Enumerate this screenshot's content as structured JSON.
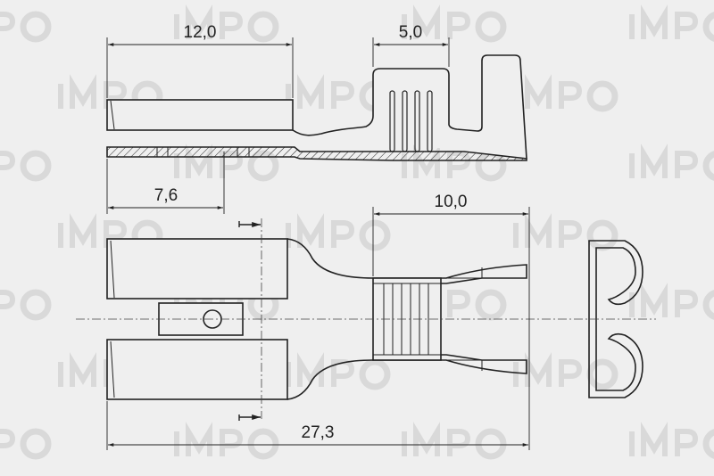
{
  "watermark": {
    "text": "IMP",
    "logo": "imp-circle-logo-icon"
  },
  "dimensions": {
    "receptacle_length": "12,0",
    "crimp_wing_width": "5,0",
    "slot_position": "7,6",
    "crimp_length": "10,0",
    "overall_length": "27,3"
  },
  "colors": {
    "line": "#222222",
    "background": "#efefef",
    "watermark": "#d9d9d9"
  }
}
